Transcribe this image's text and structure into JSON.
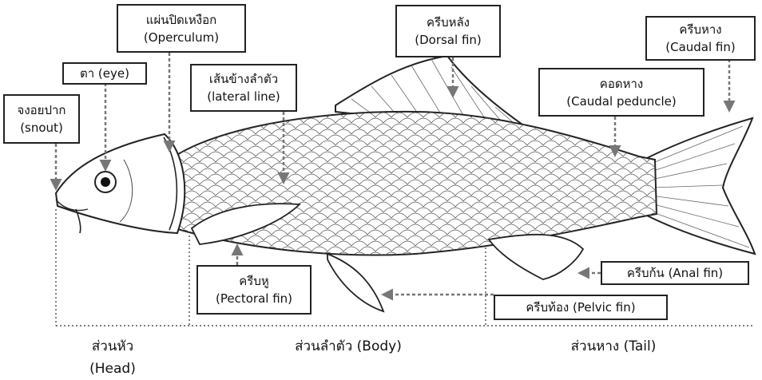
{
  "labels": {
    "operculum": {
      "th": "แผ่นปิดเหงือก",
      "en": "(Operculum)"
    },
    "eye": {
      "text": "ตา (eye)"
    },
    "lateral_line": {
      "th": "เส้นข้างลำตัว",
      "en": "(lateral line)"
    },
    "snout": {
      "th": "จงอยปาก",
      "en": "(snout)"
    },
    "dorsal_fin": {
      "th": "ครีบหลัง",
      "en": "(Dorsal fin)"
    },
    "caudal_fin": {
      "th": "ครีบหาง",
      "en": "(Caudal fin)"
    },
    "caudal_peduncle": {
      "th": "คอดหาง",
      "en": "(Caudal peduncle)"
    },
    "pectoral_fin": {
      "th": "ครีบหู",
      "en": "(Pectoral fin)"
    },
    "anal_fin": {
      "text": "ครีบก้น (Anal fin)"
    },
    "pelvic_fin": {
      "text": "ครีบท้อง (Pelvic fin)"
    }
  },
  "sections": {
    "head": {
      "th": "ส่วนหัว",
      "en": "(Head)"
    },
    "body": "ส่วนลำตัว (Body)",
    "tail": "ส่วนหาง (Tail)"
  },
  "colors": {
    "line": "#222222",
    "arrow": "#777777",
    "fill": "#ffffff"
  }
}
